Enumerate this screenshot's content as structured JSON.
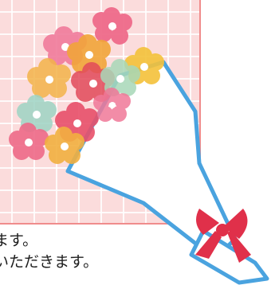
{
  "text": {
    "line1": "ます。",
    "line2": "いただきます。"
  },
  "illustration": {
    "name": "flower-bouquet-illustration",
    "colors": {
      "panel": "#fbdcdc",
      "panel_border": "#f08c8c",
      "wrap_outline": "#4aa3df",
      "ribbon": "#e0304a"
    }
  }
}
